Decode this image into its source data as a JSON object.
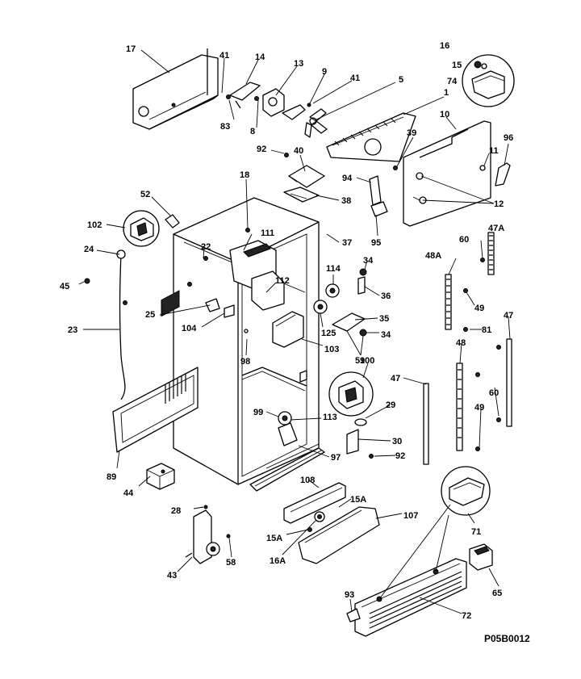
{
  "diagram_code": "P05B0012",
  "labels": {
    "l17": "17",
    "l41a": "41",
    "l14": "14",
    "l13": "13",
    "l9": "9",
    "l41b": "41",
    "l5": "5",
    "l16": "16",
    "l15": "15",
    "l74": "74",
    "l83": "83",
    "l8": "8",
    "l1": "1",
    "l10": "10",
    "l96": "96",
    "l11": "11",
    "l39": "39",
    "l92a": "92",
    "l40": "40",
    "l94": "94",
    "l12": "12",
    "l38": "38",
    "l95": "95",
    "l18": "18",
    "l52": "52",
    "l102": "102",
    "l111": "111",
    "l37": "37",
    "l60a": "60",
    "l47A": "47A",
    "l24": "24",
    "l22": "22",
    "l34a": "34",
    "l48A": "48A",
    "l114": "114",
    "l45": "45",
    "l112": "112",
    "l36": "36",
    "l49a": "49",
    "l25": "25",
    "l35": "35",
    "l104": "104",
    "l125": "125",
    "l34b": "34",
    "l81": "81",
    "l47a": "47",
    "l23": "23",
    "l103": "103",
    "l98": "98",
    "l59": "59",
    "l48": "48",
    "l100": "100",
    "l47b": "47",
    "l60b": "60",
    "l29": "29",
    "l49b": "49",
    "l99": "99",
    "l113": "113",
    "l30": "30",
    "l89": "89",
    "l97": "97",
    "l92b": "92",
    "l108": "108",
    "l15A1": "15A",
    "l44": "44",
    "l107": "107",
    "l28": "28",
    "l71": "71",
    "l15A2": "15A",
    "l58": "58",
    "l43": "43",
    "l16A": "16A",
    "l93": "93",
    "l65": "65",
    "l72": "72"
  }
}
